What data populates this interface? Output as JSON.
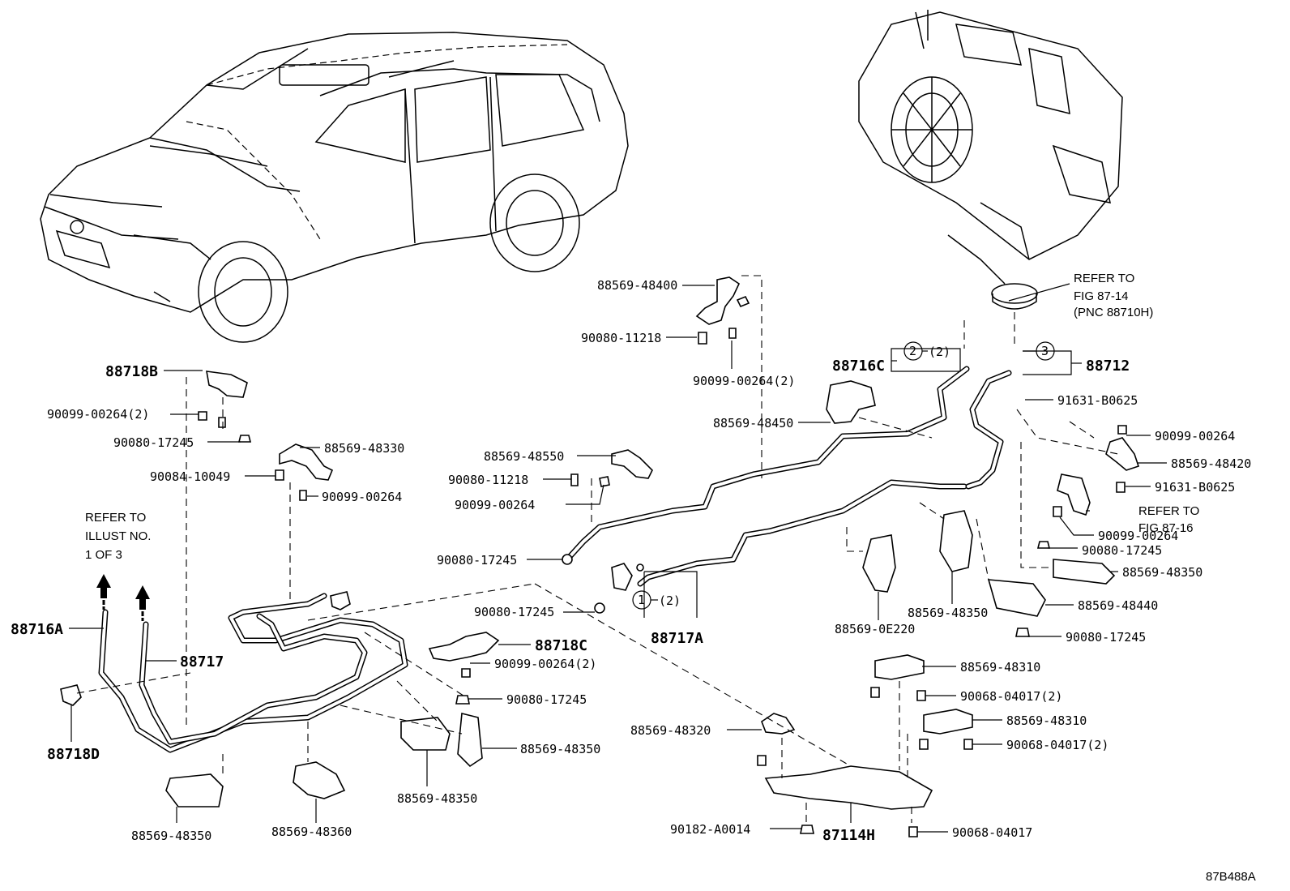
{
  "diagram_id": "87B488A",
  "notes": {
    "refer_illust": [
      "REFER TO",
      "ILLUST NO.",
      "1 OF 3"
    ],
    "refer_fig_87_14": [
      "REFER TO",
      "FIG 87-14",
      "(PNC 88710H)"
    ],
    "refer_fig_87_16": [
      "REFER TO",
      "FIG 87-16"
    ]
  },
  "callouts": {
    "c1": {
      "number": "1",
      "qty": "(2)"
    },
    "c2": {
      "number": "2",
      "qty": "(2)"
    },
    "c3": {
      "number": "3"
    }
  },
  "labels": {
    "p88569_48400": "88569-48400",
    "p90080_11218_a": "90080-11218",
    "p90099_00264_2_a": "90099-00264(2)",
    "p88716C": "88716C",
    "p88712": "88712",
    "p91631_B0625_a": "91631-B0625",
    "p88569_48450": "88569-48450",
    "p90099_00264_r1": "90099-00264",
    "p88569_48420": "88569-48420",
    "p91631_B0625_b": "91631-B0625",
    "p88718B": "88718B",
    "p90099_00264_2_b": "90099-00264(2)",
    "p90080_17245_a": "90080-17245",
    "p88569_48330": "88569-48330",
    "p90084_10049": "90084-10049",
    "p90099_00264_b": "90099-00264",
    "p88569_48550": "88569-48550",
    "p90080_11218_b": "90080-11218",
    "p90099_00264_c": "90099-00264",
    "p90080_17245_b": "90080-17245",
    "p90080_17245_c": "90080-17245",
    "p88717A": "88717A",
    "p90099_00264_r2": "90099-00264",
    "p90080_17245_r": "90080-17245",
    "p88569_48350_r": "88569-48350",
    "p88569_48440": "88569-48440",
    "p90080_17245_r2": "90080-17245",
    "p88569_0E220": "88569-0E220",
    "p88569_48350_m": "88569-48350",
    "p88716A": "88716A",
    "p88717": "88717",
    "p88718C": "88718C",
    "p90099_00264_2_c": "90099-00264(2)",
    "p90080_17245_d": "90080-17245",
    "p88718D": "88718D",
    "p88569_48350_a": "88569-48350",
    "p88569_48350_b": "88569-48350",
    "p88569_48350_c": "88569-48350",
    "p88569_48360": "88569-48360",
    "p88569_48310_a": "88569-48310",
    "p90068_04017_2_a": "90068-04017(2)",
    "p88569_48310_b": "88569-48310",
    "p90068_04017_2_b": "90068-04017(2)",
    "p88569_48320": "88569-48320",
    "p90182_A0014": "90182-A0014",
    "p87114H": "87114H",
    "p90068_04017": "90068-04017"
  }
}
